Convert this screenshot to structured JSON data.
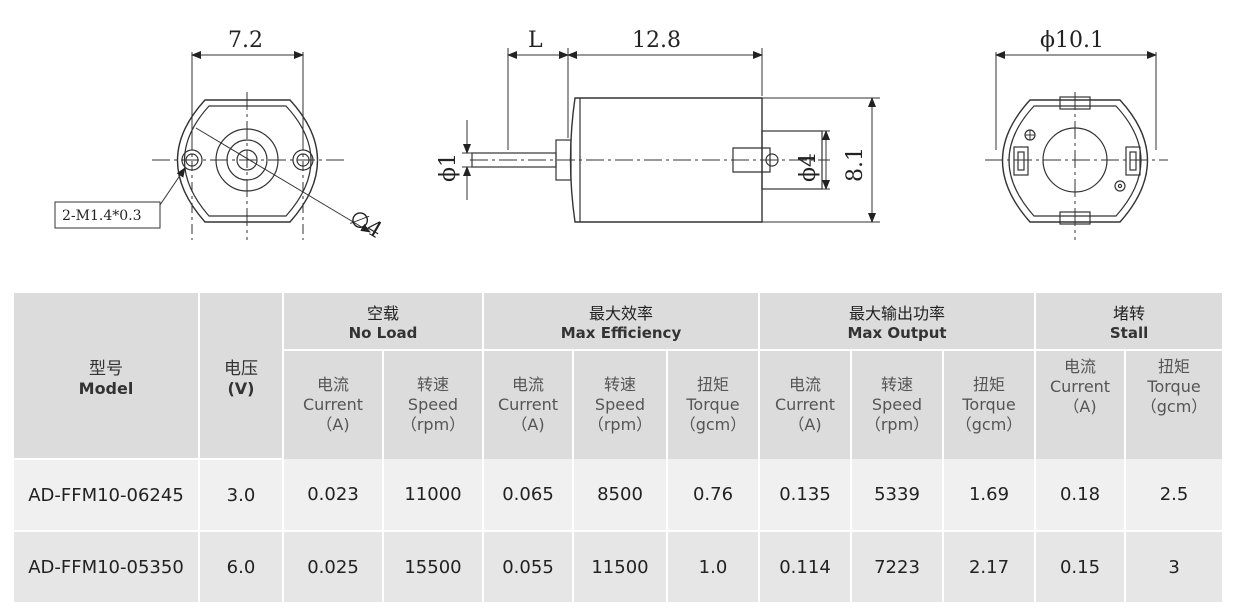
{
  "drawings": {
    "front": {
      "width_dim": "7.2",
      "hole_callout": "2-M1.4*0.3",
      "boss_dia": "∅4"
    },
    "side": {
      "L_label": "L",
      "length_dim": "12.8",
      "shaft_dia": "ϕ1",
      "boss_dia": "ϕ4",
      "height_dim": "8.1"
    },
    "rear": {
      "dia_dim": "ϕ10.1"
    }
  },
  "table": {
    "model_cn": "型号",
    "model_en": "Model",
    "voltage_cn": "电压",
    "voltage_en": "(V)",
    "groups": [
      {
        "cn": "空载",
        "en": "No Load"
      },
      {
        "cn": "最大效率",
        "en": "Max Efficiency"
      },
      {
        "cn": "最大输出功率",
        "en": "Max Output"
      },
      {
        "cn": "堵转",
        "en": "Stall"
      }
    ],
    "sub": {
      "current": {
        "cn": "电流",
        "en": "Current",
        "unit": "（A)"
      },
      "speed": {
        "cn": "转速",
        "en": "Speed",
        "unit": "（rpm）"
      },
      "torque": {
        "cn": "扭矩",
        "en": "Torque",
        "unit": "（gcm）"
      },
      "stall_current": {
        "cn": "电流",
        "en": "Current",
        "unit": "（A)"
      },
      "stall_torque": {
        "cn": "扭矩",
        "en": "Torque",
        "unit": "（gcm）"
      }
    },
    "rows": [
      {
        "model": "AD-FFM10-06245",
        "voltage": "3.0",
        "nl_current": "0.023",
        "nl_speed": "11000",
        "me_current": "0.065",
        "me_speed": "8500",
        "me_torque": "0.76",
        "mo_current": "0.135",
        "mo_speed": "5339",
        "mo_torque": "1.69",
        "st_current": "0.18",
        "st_torque": "2.5"
      },
      {
        "model": "AD-FFM10-05350",
        "voltage": "6.0",
        "nl_current": "0.025",
        "nl_speed": "15500",
        "me_current": "0.055",
        "me_speed": "11500",
        "me_torque": "1.0",
        "mo_current": "0.114",
        "mo_speed": "7223",
        "mo_torque": "2.17",
        "st_current": "0.15",
        "st_torque": "3"
      }
    ]
  }
}
